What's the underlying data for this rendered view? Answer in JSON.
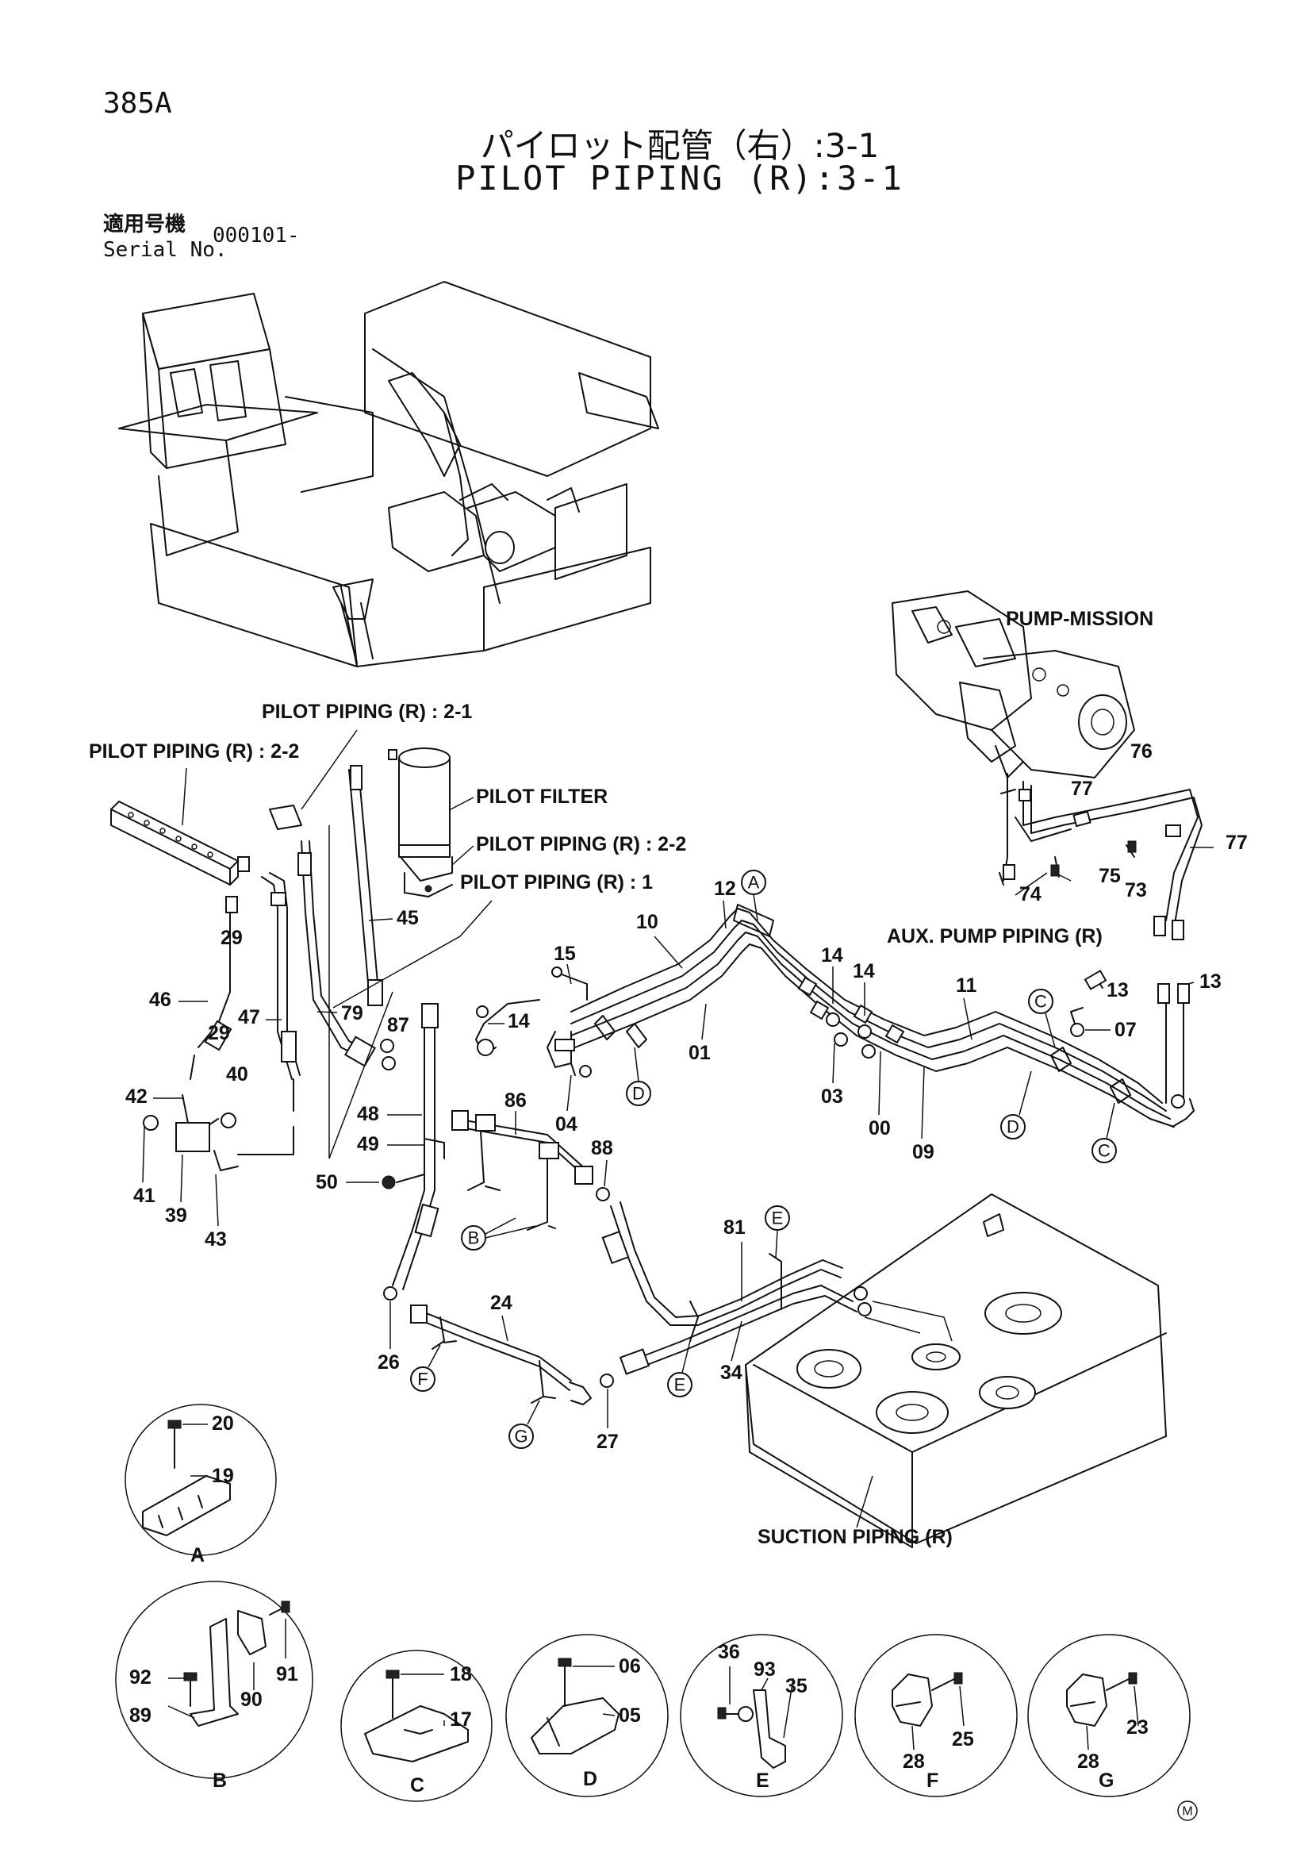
{
  "header": {
    "page_code": "385A",
    "title_jp": "パイロット配管（右）:3-1",
    "title_en": "PILOT PIPING (R):3-1",
    "serial_label_jp": "適用号機",
    "serial_label_en": "Serial No.",
    "serial_value": "000101-"
  },
  "notes": {
    "pump_mission": "PUMP-MISSION",
    "pilot_piping_2_1": "PILOT PIPING (R) : 2-1",
    "pilot_piping_2_2_left": "PILOT PIPING (R) : 2-2",
    "pilot_filter": "PILOT FILTER",
    "pilot_piping_2_2_filter": "PILOT PIPING (R) : 2-2",
    "pilot_piping_1": "PILOT PIPING (R) : 1",
    "aux_pump_piping": "AUX. PUMP PIPING (R)",
    "suction_piping": "SUCTION PIPING (R)"
  },
  "part_numbers": {
    "p76": "76",
    "p77a": "77",
    "p77b": "77",
    "p75": "75",
    "p73": "73",
    "p74": "74",
    "p13a": "13",
    "p13b": "13",
    "p07": "07",
    "p11": "11",
    "p14a": "14",
    "p14b": "14",
    "p14c": "14",
    "p12": "12",
    "p10": "10",
    "p15": "15",
    "p45": "45",
    "p79": "79",
    "p87": "87",
    "p01": "01",
    "p03": "03",
    "p04": "04",
    "p00": "00",
    "p09": "09",
    "p46": "46",
    "p29a": "29",
    "p29b": "29",
    "p47": "47",
    "p42": "42",
    "p40": "40",
    "p41": "41",
    "p39": "39",
    "p43": "43",
    "p48": "48",
    "p49": "49",
    "p50": "50",
    "p86": "86",
    "p88": "88",
    "p81": "81",
    "p24": "24",
    "p26": "26",
    "p27": "27",
    "p34": "34"
  },
  "callouts": {
    "A": "A",
    "B": "B",
    "C": "C",
    "D": "D",
    "E": "E",
    "F": "F",
    "G": "G"
  },
  "details": [
    {
      "letter": "A",
      "parts": [
        "20",
        "19"
      ]
    },
    {
      "letter": "B",
      "parts": [
        "91",
        "90",
        "92",
        "89"
      ]
    },
    {
      "letter": "C",
      "parts": [
        "18",
        "17"
      ]
    },
    {
      "letter": "D",
      "parts": [
        "06",
        "05"
      ]
    },
    {
      "letter": "E",
      "parts": [
        "36",
        "93",
        "35"
      ]
    },
    {
      "letter": "F",
      "parts": [
        "25",
        "28"
      ]
    },
    {
      "letter": "G",
      "parts": [
        "23",
        "28"
      ]
    }
  ],
  "footer_mark": "M"
}
